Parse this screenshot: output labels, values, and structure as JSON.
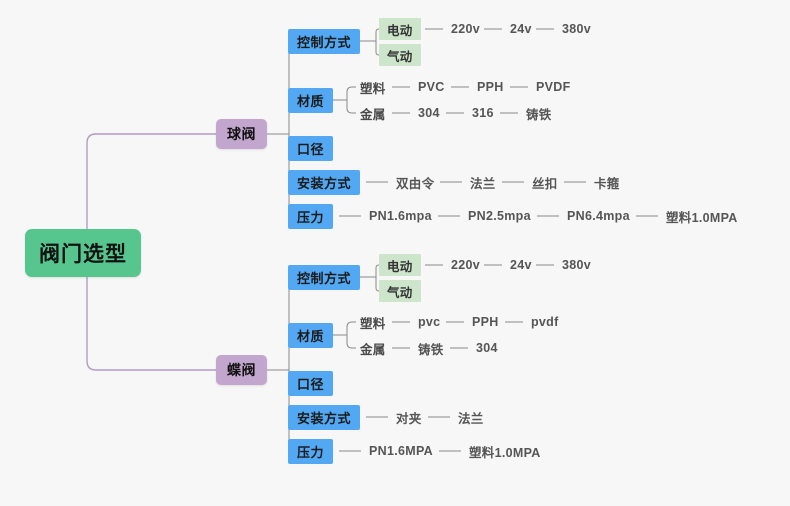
{
  "meta": {
    "background_color": "#f7f7f7",
    "root_color": "#56c68e",
    "branch_color": "#c2a6ce",
    "topic_color": "#52a8f2",
    "chip_color": "#cde5cb",
    "leaf_text_color": "#555555",
    "root_edge_color": "#b49ac4",
    "edge_color": "#8a8a8a"
  },
  "root": {
    "label": "阀门选型"
  },
  "branches": [
    {
      "label": "球阀",
      "topics": [
        {
          "label": "控制方式",
          "chips": [
            {
              "label": "电动",
              "leaves": [
                "220v",
                "24v",
                "380v"
              ]
            },
            {
              "label": "气动",
              "leaves": []
            }
          ]
        },
        {
          "label": "材质",
          "subs": [
            {
              "label": "塑料",
              "leaves": [
                "PVC",
                "PPH",
                "PVDF"
              ]
            },
            {
              "label": "金属",
              "leaves": [
                "304",
                "316",
                "铸铁"
              ]
            }
          ]
        },
        {
          "label": "口径",
          "leaves": []
        },
        {
          "label": "安装方式",
          "leaves": [
            "双由令",
            "法兰",
            "丝扣",
            "卡箍"
          ]
        },
        {
          "label": "压力",
          "leaves": [
            "PN1.6mpa",
            "PN2.5mpa",
            "PN6.4mpa",
            "塑料1.0MPA"
          ]
        }
      ]
    },
    {
      "label": "蝶阀",
      "topics": [
        {
          "label": "控制方式",
          "chips": [
            {
              "label": "电动",
              "leaves": [
                "220v",
                "24v",
                "380v"
              ]
            },
            {
              "label": "气动",
              "leaves": []
            }
          ]
        },
        {
          "label": "材质",
          "subs": [
            {
              "label": "塑料",
              "leaves": [
                "pvc",
                "PPH",
                "pvdf"
              ]
            },
            {
              "label": "金属",
              "leaves": [
                "铸铁",
                "304"
              ]
            }
          ]
        },
        {
          "label": "口径",
          "leaves": []
        },
        {
          "label": "安装方式",
          "leaves": [
            "对夹",
            "法兰"
          ]
        },
        {
          "label": "压力",
          "leaves": [
            "PN1.6MPA",
            "塑料1.0MPA"
          ]
        }
      ]
    }
  ]
}
